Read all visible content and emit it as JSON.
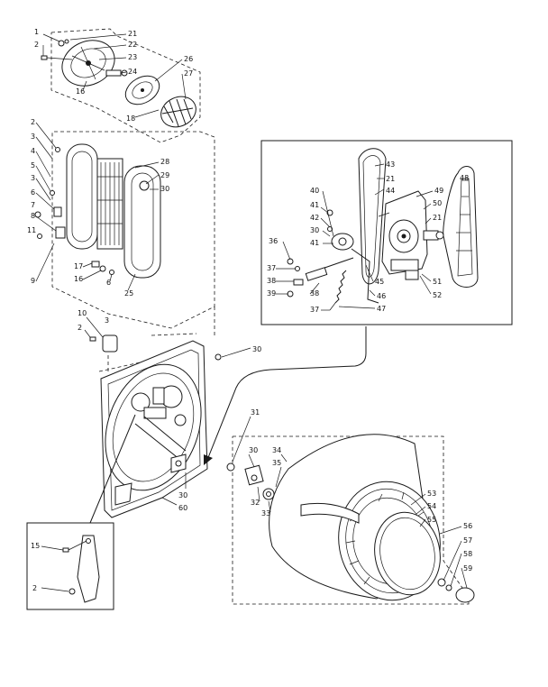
{
  "callouts": [
    {
      "id": "c1",
      "text": "1"
    },
    {
      "id": "c2a",
      "text": "2"
    },
    {
      "id": "c21a",
      "text": "21"
    },
    {
      "id": "c22",
      "text": "22"
    },
    {
      "id": "c23",
      "text": "23"
    },
    {
      "id": "c24",
      "text": "24"
    },
    {
      "id": "c26",
      "text": "26"
    },
    {
      "id": "c27",
      "text": "27"
    },
    {
      "id": "c16a",
      "text": "16"
    },
    {
      "id": "c18a",
      "text": "18"
    },
    {
      "id": "c2b",
      "text": "2"
    },
    {
      "id": "c3a",
      "text": "3"
    },
    {
      "id": "c4a",
      "text": "4"
    },
    {
      "id": "c5a",
      "text": "5"
    },
    {
      "id": "c3b",
      "text": "3"
    },
    {
      "id": "c6a",
      "text": "6"
    },
    {
      "id": "c7a",
      "text": "7"
    },
    {
      "id": "c8a",
      "text": "8"
    },
    {
      "id": "c11a",
      "text": "11"
    },
    {
      "id": "c9a",
      "text": "9"
    },
    {
      "id": "c17a",
      "text": "17"
    },
    {
      "id": "c16b",
      "text": "16"
    },
    {
      "id": "c6b",
      "text": "6"
    },
    {
      "id": "c3c",
      "text": "3"
    },
    {
      "id": "c25",
      "text": "25"
    },
    {
      "id": "c28",
      "text": "28"
    },
    {
      "id": "c29",
      "text": "29"
    },
    {
      "id": "c30a",
      "text": "30"
    },
    {
      "id": "c10",
      "text": "10"
    },
    {
      "id": "c2c",
      "text": "2"
    },
    {
      "id": "c30b",
      "text": "30"
    },
    {
      "id": "c43",
      "text": "43"
    },
    {
      "id": "c21b",
      "text": "21"
    },
    {
      "id": "c44",
      "text": "44"
    },
    {
      "id": "c48",
      "text": "48"
    },
    {
      "id": "c49",
      "text": "49"
    },
    {
      "id": "c40",
      "text": "40"
    },
    {
      "id": "c41a",
      "text": "41"
    },
    {
      "id": "c42",
      "text": "42"
    },
    {
      "id": "c50",
      "text": "50"
    },
    {
      "id": "c21c",
      "text": "21"
    },
    {
      "id": "c30c",
      "text": "30"
    },
    {
      "id": "c41b",
      "text": "41"
    },
    {
      "id": "c36",
      "text": "36"
    },
    {
      "id": "c37a",
      "text": "37"
    },
    {
      "id": "c38a",
      "text": "38"
    },
    {
      "id": "c39",
      "text": "39"
    },
    {
      "id": "c38b",
      "text": "38"
    },
    {
      "id": "c45",
      "text": "45"
    },
    {
      "id": "c51",
      "text": "51"
    },
    {
      "id": "c46",
      "text": "46"
    },
    {
      "id": "c52",
      "text": "52"
    },
    {
      "id": "c37b",
      "text": "37"
    },
    {
      "id": "c47",
      "text": "47"
    },
    {
      "id": "c31",
      "text": "31"
    },
    {
      "id": "c30d",
      "text": "30"
    },
    {
      "id": "c34",
      "text": "34"
    },
    {
      "id": "c35",
      "text": "35"
    },
    {
      "id": "c32",
      "text": "32"
    },
    {
      "id": "c33",
      "text": "33"
    },
    {
      "id": "c53",
      "text": "53"
    },
    {
      "id": "c54",
      "text": "54"
    },
    {
      "id": "c55",
      "text": "55"
    },
    {
      "id": "c56",
      "text": "56"
    },
    {
      "id": "c57",
      "text": "57"
    },
    {
      "id": "c58",
      "text": "58"
    },
    {
      "id": "c59",
      "text": "59"
    },
    {
      "id": "c30e",
      "text": "30"
    },
    {
      "id": "c60",
      "text": "60"
    },
    {
      "id": "c15",
      "text": "15"
    },
    {
      "id": "c2d",
      "text": "2"
    }
  ]
}
